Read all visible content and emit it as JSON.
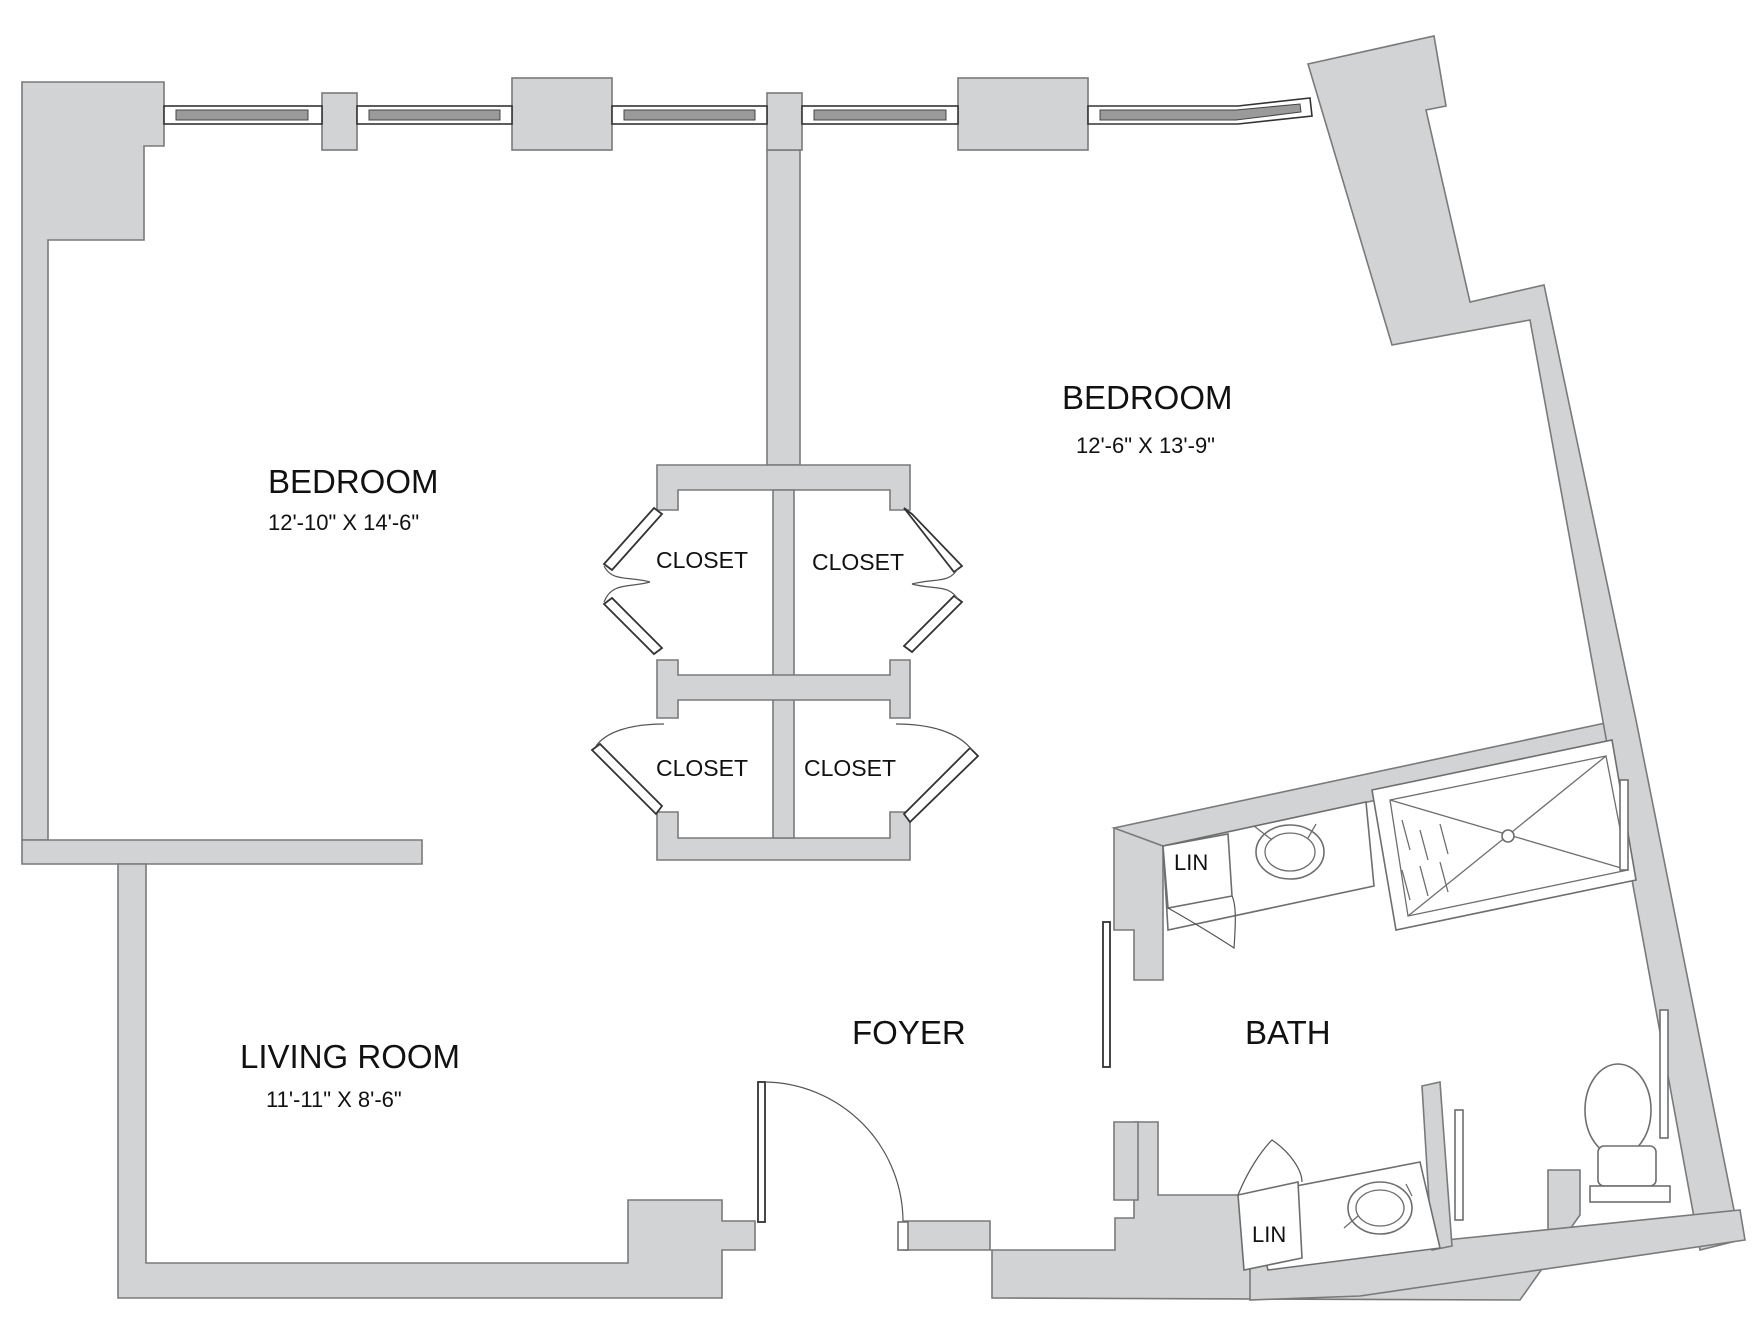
{
  "colors": {
    "wall": "#d1d3d4",
    "wall_stroke": "#7a7a7a",
    "text": "#111111",
    "background": "#ffffff"
  },
  "rooms": {
    "bedroom_left": {
      "name": "BEDROOM",
      "dimensions": "12'-10\" X 14'-6\""
    },
    "bedroom_right": {
      "name": "BEDROOM",
      "dimensions": "12'-6\" X 13'-9\""
    },
    "living_room": {
      "name": "LIVING ROOM",
      "dimensions": "11'-11\" X 8'-6\""
    },
    "foyer": {
      "name": "FOYER"
    },
    "bath": {
      "name": "BATH"
    }
  },
  "closets": {
    "label": "CLOSET"
  },
  "linen": {
    "label": "LIN"
  },
  "icons": [
    "door-swing-icon",
    "sink-icon",
    "toilet-icon",
    "shower-icon",
    "grab-bar-icon",
    "window-icon"
  ]
}
